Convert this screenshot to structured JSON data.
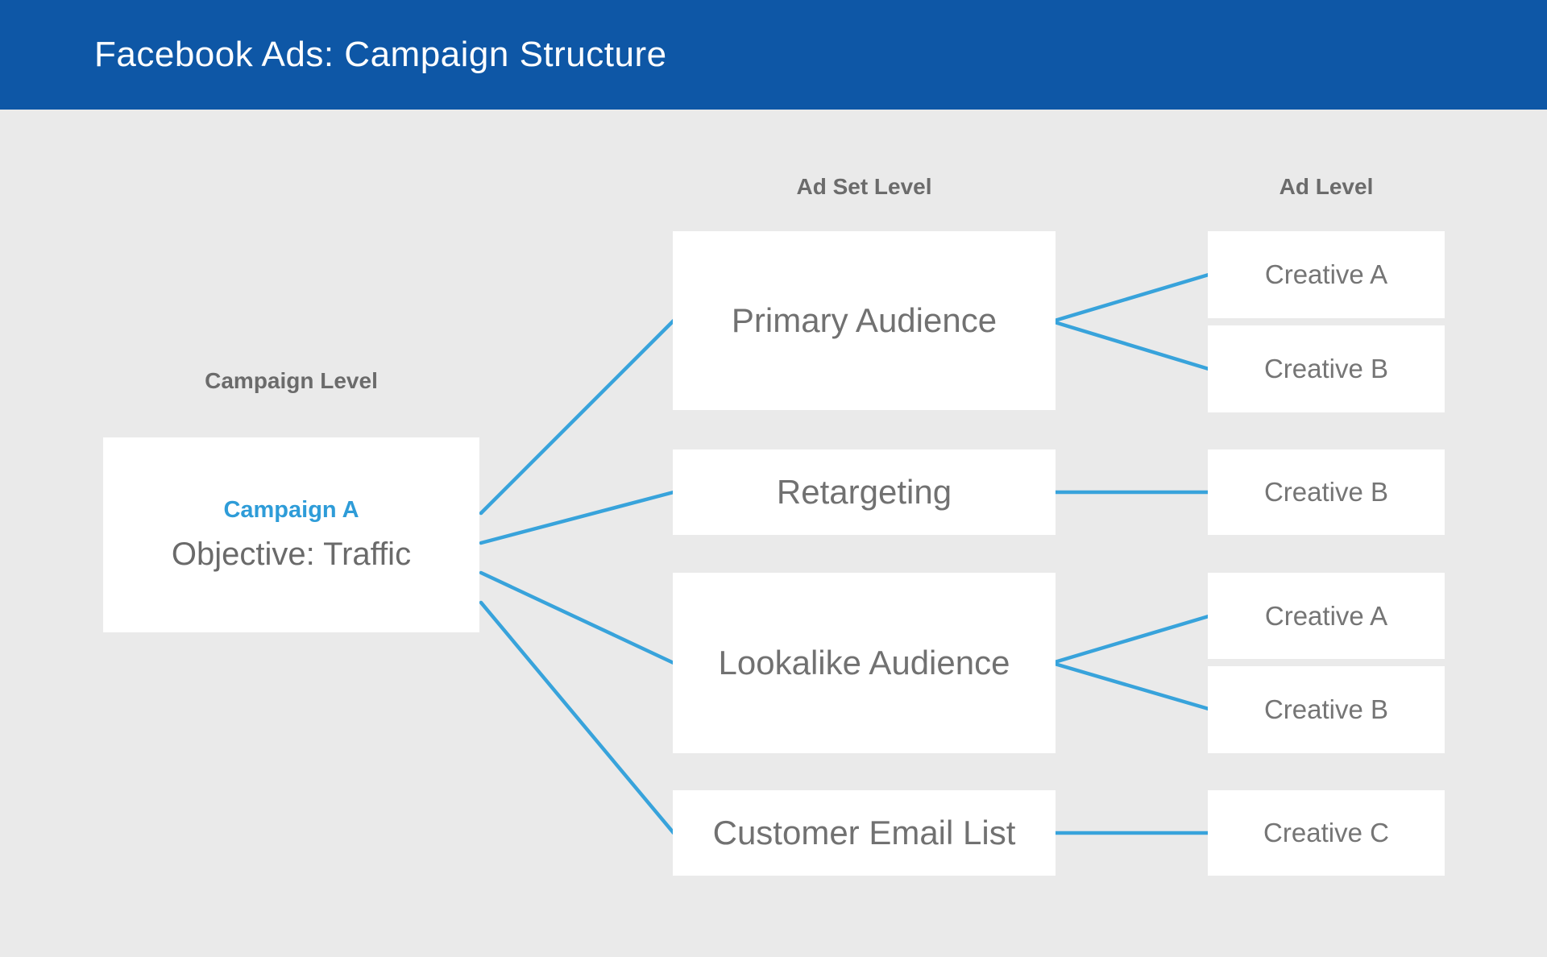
{
  "header": {
    "title": "Facebook Ads: Campaign Structure"
  },
  "column_labels": {
    "campaign": "Campaign Level",
    "ad_set": "Ad Set Level",
    "ad": "Ad Level"
  },
  "campaign": {
    "name": "Campaign A",
    "objective": "Objective: Traffic"
  },
  "ad_sets": [
    {
      "id": "adset-primary-audience",
      "label": "Primary Audience"
    },
    {
      "id": "adset-retargeting",
      "label": "Retargeting"
    },
    {
      "id": "adset-lookalike-audience",
      "label": "Lookalike Audience"
    },
    {
      "id": "adset-customer-email-list",
      "label": "Customer Email List"
    }
  ],
  "creatives": [
    {
      "id": "creative-1",
      "label": "Creative A"
    },
    {
      "id": "creative-2",
      "label": "Creative B"
    },
    {
      "id": "creative-3",
      "label": "Creative B"
    },
    {
      "id": "creative-4",
      "label": "Creative A"
    },
    {
      "id": "creative-5",
      "label": "Creative B"
    },
    {
      "id": "creative-6",
      "label": "Creative C"
    }
  ],
  "edges": [
    {
      "from": "campaign-a",
      "to": "adset-primary-audience"
    },
    {
      "from": "campaign-a",
      "to": "adset-retargeting"
    },
    {
      "from": "campaign-a",
      "to": "adset-lookalike-audience"
    },
    {
      "from": "campaign-a",
      "to": "adset-customer-email-list"
    },
    {
      "from": "adset-primary-audience",
      "to": "creative-1"
    },
    {
      "from": "adset-primary-audience",
      "to": "creative-2"
    },
    {
      "from": "adset-retargeting",
      "to": "creative-3"
    },
    {
      "from": "adset-lookalike-audience",
      "to": "creative-4"
    },
    {
      "from": "adset-lookalike-audience",
      "to": "creative-5"
    },
    {
      "from": "adset-customer-email-list",
      "to": "creative-6"
    }
  ],
  "colors": {
    "header_blue": "#0E57A6",
    "connector_blue": "#38A3DB",
    "campaign_name_blue": "#2E9CD8",
    "background_gray": "#EAEAEA",
    "box_white": "#FFFFFF",
    "label_gray": "#6B6B6B",
    "node_text_gray": "#717171"
  }
}
